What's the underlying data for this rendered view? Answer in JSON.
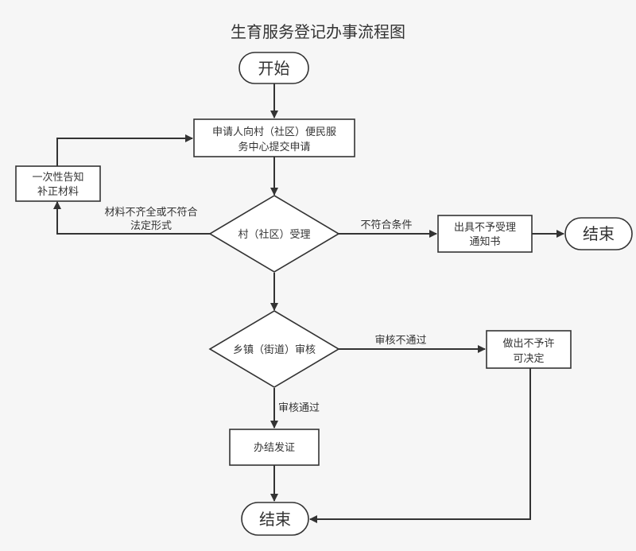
{
  "title": "生育服务登记办事流程图",
  "nodes": {
    "start": "开始",
    "submit_line1": "申请人向村（社区）便民服",
    "submit_line2": "务中心提交申请",
    "village_accept": "村（社区）受理",
    "notify_line1": "一次性告知",
    "notify_line2": "补正材料",
    "reject_notice_line1": "出具不予受理",
    "reject_notice_line2": "通知书",
    "end_right": "结束",
    "town_review": "乡镇（街道）审核",
    "deny_line1": "做出不予许",
    "deny_line2": "可决定",
    "issue_cert": "办结发证",
    "end_bottom": "结束"
  },
  "edges": {
    "incomplete_line1": "材料不齐全或不符合",
    "incomplete_line2": "法定形式",
    "not_qualified": "不符合条件",
    "review_failed": "审核不通过",
    "review_passed": "审核通过"
  }
}
